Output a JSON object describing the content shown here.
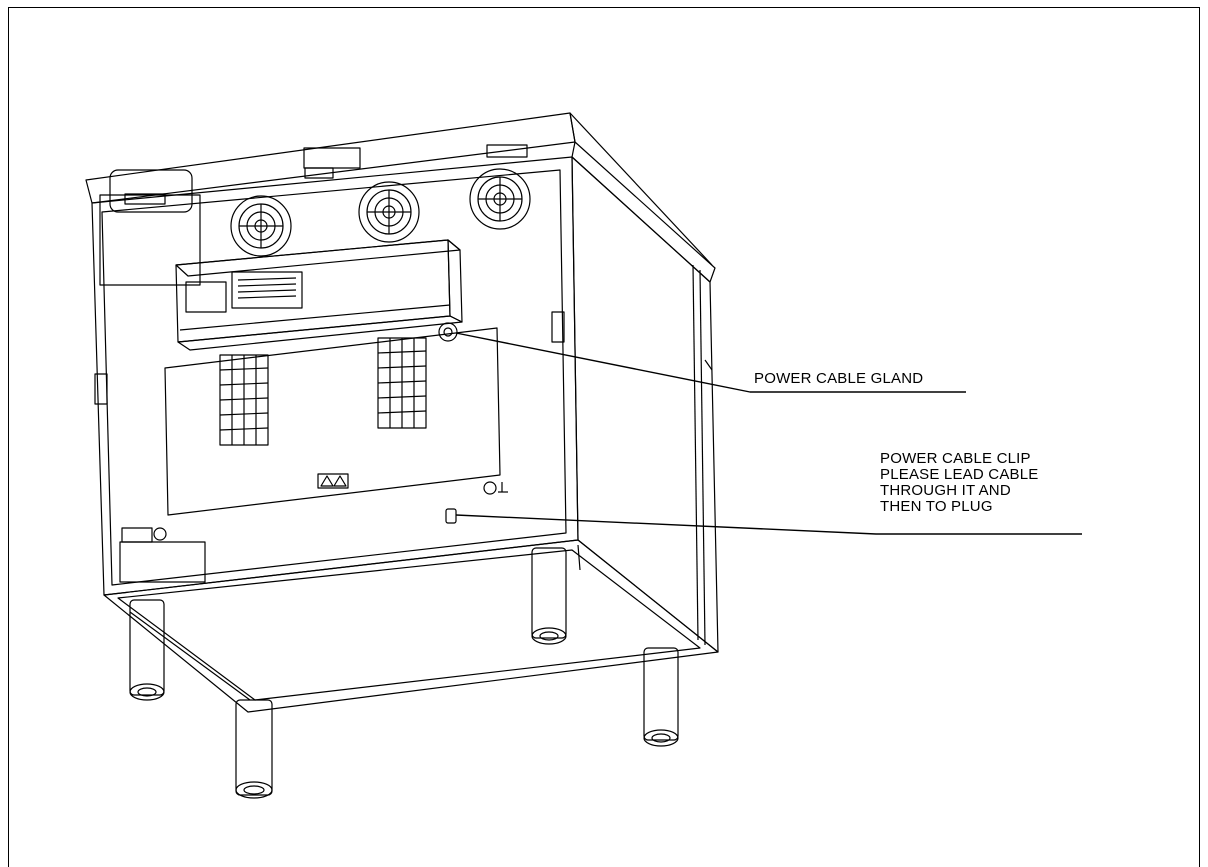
{
  "callouts": {
    "gland": "POWER CABLE GLAND",
    "clip": [
      "POWER CABLE CLIP",
      "PLEASE LEAD CABLE",
      "THROUGH IT AND",
      "THEN TO PLUG"
    ]
  },
  "icons": {
    "fan": "fan-icon",
    "warning": "warning-label-icon",
    "ground": "ground-symbol-icon",
    "leg": "adjustable-leg-icon"
  },
  "colors": {
    "line": "#000000",
    "background": "#ffffff"
  }
}
